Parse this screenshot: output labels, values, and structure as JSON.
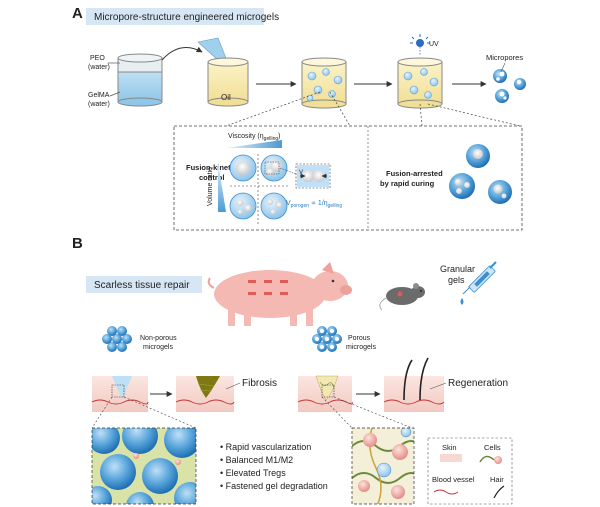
{
  "panel_a": {
    "letter": "A",
    "banner": "Micropore-structure engineered microgels",
    "peo": "PEO",
    "peo_sub": "(water)",
    "gelma": "GelMA",
    "gelma_sub": "(water)",
    "oil": "Oil",
    "uv": "UV",
    "micropores": "Micropores",
    "viscosity": "Viscosity (η",
    "viscosity_sub": "gelling",
    "viscosity_end": ")",
    "volume_ratio": "Volume ratio",
    "fusion_kinetics_1": "Fusion-kinetics",
    "fusion_kinetics_2": "control",
    "v_symbol": "V",
    "v_formula_main": "V",
    "v_formula_sub": "porogen",
    "v_formula_mid": " ∝ 1/η",
    "v_formula_sub2": "gelling",
    "fusion_arrested_1": "Fusion-arrested",
    "fusion_arrested_2": "by rapid  curing"
  },
  "panel_b": {
    "letter": "B",
    "banner": "Scarless tissue repair",
    "granular_1": "Granular",
    "granular_2": "gels",
    "nonporous_1": "Non-porous",
    "nonporous_2": "microgels",
    "porous_1": "Porous",
    "porous_2": "microgels",
    "fibrosis": "Fibrosis",
    "regeneration": "Regeneration",
    "bullets": [
      "Rapid vascularization",
      "Balanced M1/M2",
      "Elevated Tregs",
      "Fastened gel degradation"
    ],
    "legend": {
      "skin": "Skin",
      "cells": "Cells",
      "blood_vessel": "Blood vessel",
      "hair": "Hair"
    }
  },
  "colors": {
    "banner_bg": "#d6e6f4",
    "microgel_blue": "#3a8fd0",
    "skin_pink": "#f6d9d2",
    "fibrosis_olive": "#7d7a14",
    "pig_pink": "#f4b9b3",
    "vessel_red": "#c8323a"
  }
}
